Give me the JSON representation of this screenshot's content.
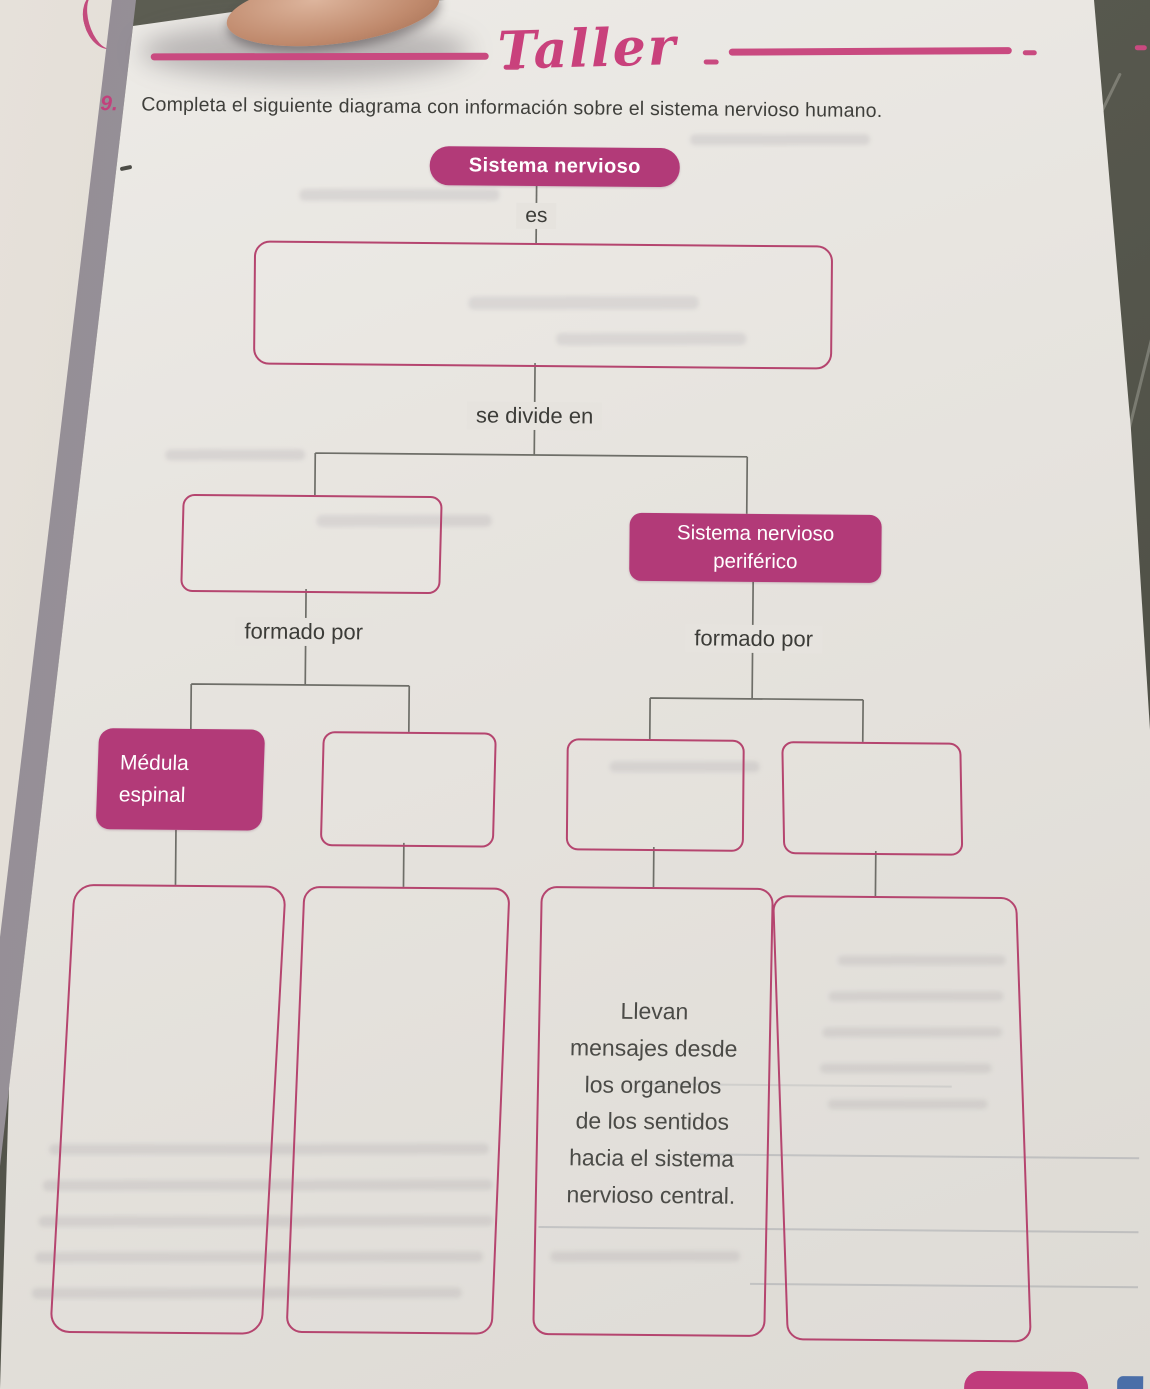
{
  "colors": {
    "brand_magenta": "#b23a78",
    "box_border_pink": "#b5456f",
    "header_pink": "#c9417c",
    "connector_gray": "#6e6e68",
    "text_dark": "#3f3f3b",
    "paper": "#e6e3de",
    "desk_background": "#55564c"
  },
  "header": {
    "title": "Taller"
  },
  "exercise": {
    "number": "9.",
    "instruction": "Completa el siguiente diagrama con información sobre el sistema nervioso humano."
  },
  "diagram": {
    "root_label": "Sistema nervioso",
    "labels": {
      "es": "es",
      "se_divide_en": "se divide en",
      "formado_por": "formado por"
    },
    "nodes": {
      "snp": "Sistema nervioso\nperiférico",
      "medula": "Médula\nespinal",
      "afferent_description": "Llevan\nmensajes desde\nlos organelos\nde los sentidos\nhacia el sistema\nnervioso central."
    }
  }
}
